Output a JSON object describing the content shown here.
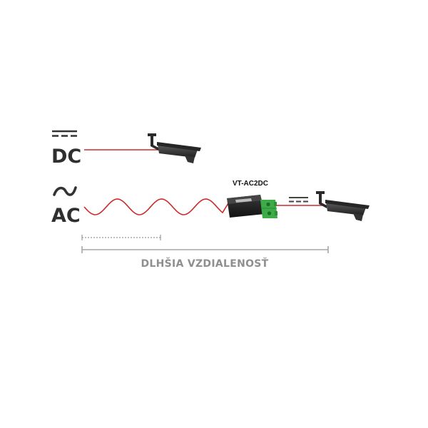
{
  "labels": {
    "dc": "DC",
    "ac": "AC",
    "device": "VT-AC2DC",
    "distance": "DLHŠIA VZDIALENOSŤ"
  },
  "icons": {
    "dc_symbol": "dc-symbol-icon",
    "ac_symbol": "ac-symbol-icon",
    "camera": "cctv-camera-icon",
    "converter": "converter-module-icon"
  },
  "colors": {
    "cable": "#cc2b2b",
    "label_text": "#2f2f2f",
    "distance": "#8f8f8f",
    "device_body": "#1c1c1c",
    "terminal": "#3dab47"
  }
}
